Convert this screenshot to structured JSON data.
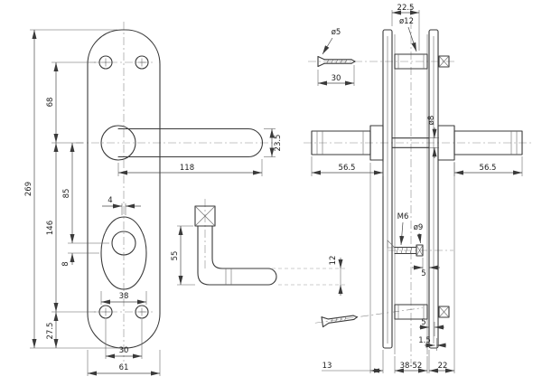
{
  "drawing": {
    "colors": {
      "line": "#3a3a3a",
      "dimension": "#4a4a4a",
      "background": "#ffffff"
    },
    "front": {
      "d269": "269",
      "d146": "146",
      "d85": "85",
      "d68": "68",
      "d8": "8",
      "d27_5": "27.5",
      "d4": "4",
      "d118": "118",
      "d23_5": "23.5",
      "d38": "38",
      "d30": "30",
      "d61": "61"
    },
    "lever_side": {
      "d55": "55",
      "d12": "12"
    },
    "section": {
      "d22_5": "22.5",
      "dia5": "ø5",
      "dia12": "ø12",
      "d30": "30",
      "dia8": "ø8",
      "d56_5_left": "56.5",
      "d56_5_right": "56.5",
      "m6": "M6",
      "dia9": "ø9",
      "d5_mid": "5",
      "d5_bottom": "5",
      "d1_5": "1.5",
      "d13": "13",
      "d38_52": "38-52",
      "d22": "22"
    }
  }
}
